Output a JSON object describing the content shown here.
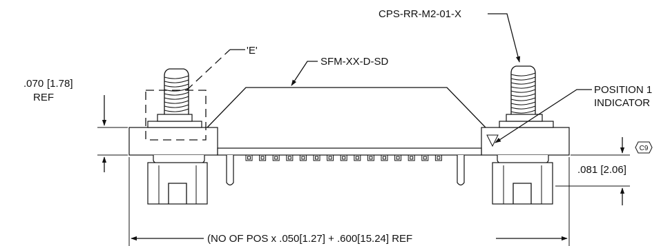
{
  "labels": {
    "cps_part": "CPS-RR-M2-01-X",
    "detail_e": "'E'",
    "sfm_part": "SFM-XX-D-SD",
    "dim_070_a": ".070",
    "dim_070_b": "[1.78]",
    "dim_070_ref": "REF",
    "position_line1": "POSITION 1",
    "position_line2": "INDICATOR",
    "rev_marker": "C9",
    "dim_081": ".081 [2.06]",
    "overall_length": "(NO OF POS x .050[1.27] + .600[15.24] REF"
  }
}
